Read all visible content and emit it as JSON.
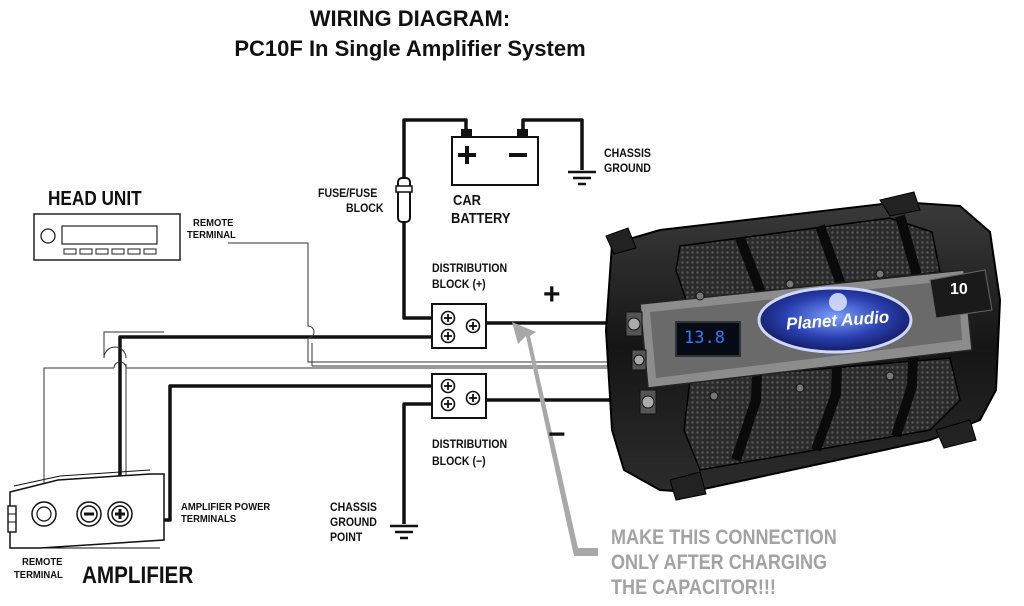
{
  "title_line1": "WIRING DIAGRAM:",
  "title_line2": "PC10F In Single Amplifier System",
  "labels": {
    "head_unit": "HEAD UNIT",
    "remote_terminal_top_1": "REMOTE",
    "remote_terminal_top_2": "TERMINAL",
    "fuse_block_1": "FUSE/FUSE",
    "fuse_block_2": "BLOCK",
    "car_battery_1": "CAR",
    "car_battery_2": "BATTERY",
    "chassis_ground_top_1": "CHASSIS",
    "chassis_ground_top_2": "GROUND",
    "dist_block_pos_1": "DISTRIBUTION",
    "dist_block_pos_2": "BLOCK (+)",
    "dist_block_neg_1": "DISTRIBUTION",
    "dist_block_neg_2": "BLOCK (−)",
    "plus_sign": "+",
    "minus_sign": "−",
    "amp_power_1": "AMPLIFIER POWER",
    "amp_power_2": "TERMINALS",
    "chassis_point_1": "CHASSIS",
    "chassis_point_2": "GROUND",
    "chassis_point_3": "POINT",
    "remote_terminal_bottom_1": "REMOTE",
    "remote_terminal_bottom_2": "TERMINAL",
    "amplifier": "AMPLIFIER"
  },
  "warning": {
    "line1": "MAKE THIS CONNECTION",
    "line2": "ONLY AFTER CHARGING",
    "line3": "THE CAPACITOR!!!"
  },
  "capacitor": {
    "display_value": "13.8",
    "brand": "Planet Audio",
    "badge": "10"
  },
  "colors": {
    "wire": "#111111",
    "arrow": "#a8a8a8",
    "warning_text": "#a3a3a3",
    "capacitor_body": "#1b1b1b",
    "capacitor_badge": "#2a3fb0"
  }
}
